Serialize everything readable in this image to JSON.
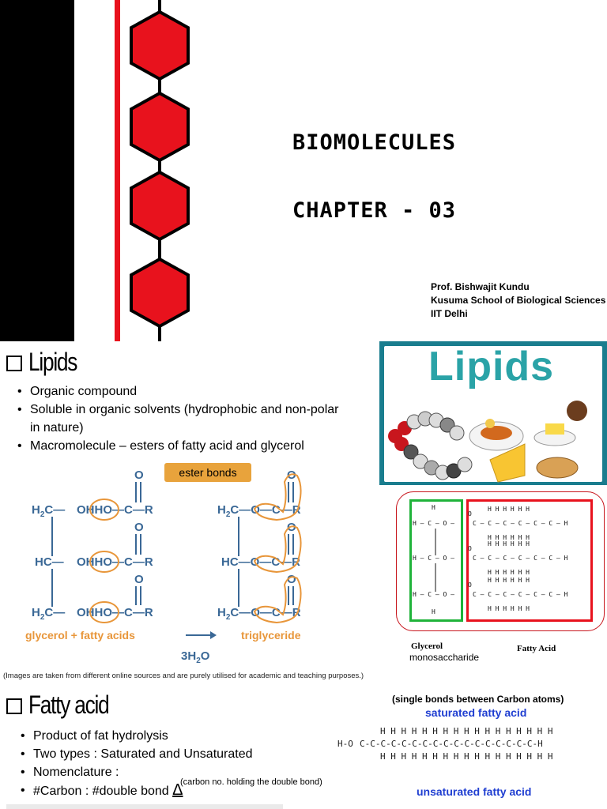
{
  "slide1": {
    "title": "BIOMOLECULES",
    "chapter": "CHAPTER - 03",
    "author": [
      "Prof. Bishwajit Kundu",
      "Kusuma School of Biological Sciences",
      "IIT Delhi"
    ]
  },
  "slide2": {
    "heading": "Lipids",
    "bullets": [
      "Organic compound",
      "Soluble in organic solvents (hydrophobic and non-polar",
      "in nature)",
      "Macromolecule – esters of fatty acid and glycerol"
    ],
    "ester_label": "ester bonds",
    "lipids_banner": "Lipids",
    "reaction": {
      "left_caption": "glycerol + fatty acids",
      "right_caption": "triglyceride",
      "water": "3H",
      "water_sub": "2",
      "water_tail": "O",
      "rows_left": [
        "H₂C— OHHO—C—R",
        "HC— OHHO—C—R",
        "H₂C— OHHO—C—R"
      ],
      "rows_right": [
        "H₂C—O—C—R",
        "HC—O—C—R",
        "H₂C—O—C—R"
      ]
    },
    "structure": {
      "glycerol_label": "Glycerol",
      "mono_label": "monosaccharide",
      "fatty_label": "Fatty Acid"
    },
    "note": "(Images are taken from different online sources and are purely utilised for academic and teaching purposes.)"
  },
  "slide3": {
    "heading": "Fatty acid",
    "bullets": [
      "Product of fat hydrolysis",
      "Two types : Saturated and Unsaturated",
      "Nomenclature :",
      "#Carbon : #double bond"
    ],
    "delta": "Δ",
    "delta_note": "(carbon no. holding the double bond)",
    "single_bonds": "(single bonds between  Carbon atoms)",
    "saturated": "saturated fatty acid",
    "unsaturated": "unsaturated fatty acid",
    "acid_head": "H-O",
    "chain_h": "H H H H H H H H H H H H H H H H H",
    "chain_c": "C-C-C-C-C-C-C-C-C-C-C-C-C-C-C-C-C-H"
  },
  "colors": {
    "hex_red": "#e8121d",
    "chem_blue": "#3a6896",
    "orange": "#e8963a",
    "label_gold": "#e8a33c",
    "sat_blue": "#1f3ed1"
  }
}
